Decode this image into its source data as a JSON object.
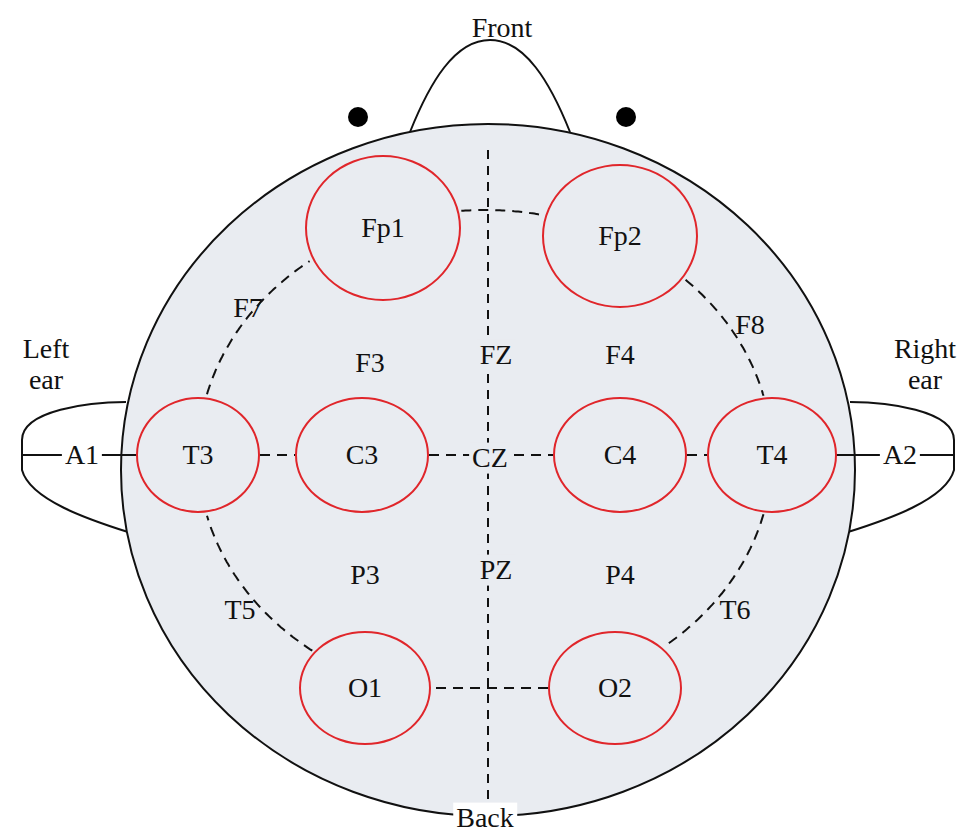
{
  "diagram": {
    "nodes": [
      {
        "text": [
          "Fp1"
        ]
      },
      {
        "text": [
          "Fp2"
        ]
      },
      {
        "text": [
          "T3"
        ]
      },
      {
        "text": [
          "C3"
        ]
      },
      {
        "text": [
          "C4"
        ]
      },
      {
        "text": [
          "T4"
        ]
      },
      {
        "text": [
          "O1"
        ]
      },
      {
        "text": [
          "O2"
        ]
      }
    ],
    "edges": [
      {
        "from": 0,
        "to": 1,
        "arrow": "none"
      },
      {
        "from": 1,
        "to": 5,
        "arrow": "none"
      },
      {
        "from": 5,
        "to": 7,
        "arrow": "none"
      },
      {
        "from": 7,
        "to": 6,
        "arrow": "none"
      },
      {
        "from": 6,
        "to": 2,
        "arrow": "none"
      },
      {
        "from": 2,
        "to": 0,
        "arrow": "none"
      },
      {
        "from": 2,
        "to": 3,
        "arrow": "none"
      },
      {
        "from": 3,
        "to": 4,
        "arrow": "none"
      },
      {
        "from": 4,
        "to": 5,
        "arrow": "none"
      }
    ],
    "labels": [
      "Front",
      "Left ear",
      "Right ear",
      "F7",
      "F8",
      "F3",
      "FZ",
      "F4",
      "A1",
      "CZ",
      "A2",
      "P3",
      "PZ",
      "P4",
      "T5",
      "T6",
      "Back"
    ]
  }
}
